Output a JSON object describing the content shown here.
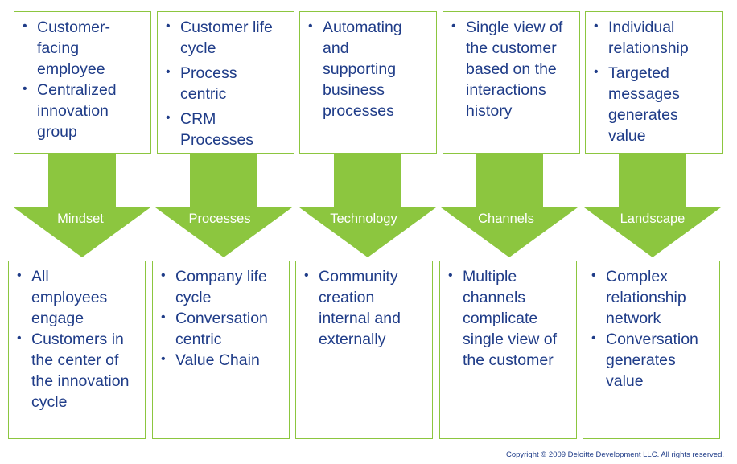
{
  "columns": [
    {
      "label": "Mindset",
      "top_items": [
        "Customer-facing employee",
        "Centralized innovation group"
      ],
      "bottom_items": [
        "All employees engage",
        "Customers in the center of the innovation cycle"
      ]
    },
    {
      "label": "Processes",
      "top_items": [
        "Customer life cycle",
        "Process centric",
        "CRM Processes"
      ],
      "bottom_items": [
        "Company life cycle",
        "Conversation centric",
        "Value Chain"
      ]
    },
    {
      "label": "Technology",
      "top_items": [
        "Automating and supporting business processes"
      ],
      "bottom_items": [
        "Community creation internal and externally"
      ]
    },
    {
      "label": "Channels",
      "top_items": [
        "Single view of the customer based on the interactions history"
      ],
      "bottom_items": [
        "Multiple channels complicate single view of the customer"
      ]
    },
    {
      "label": "Landscape",
      "top_items": [
        "Individual relationship",
        "Targeted messages generates value"
      ],
      "bottom_items": [
        "Complex relationship network",
        "Conversation generates value"
      ]
    }
  ],
  "copyright": "Copyright © 2009 Deloitte Development LLC. All rights reserved.",
  "colors": {
    "arrow": "#8cc63f",
    "text": "#1f3c88",
    "border": "#8cc63f"
  }
}
